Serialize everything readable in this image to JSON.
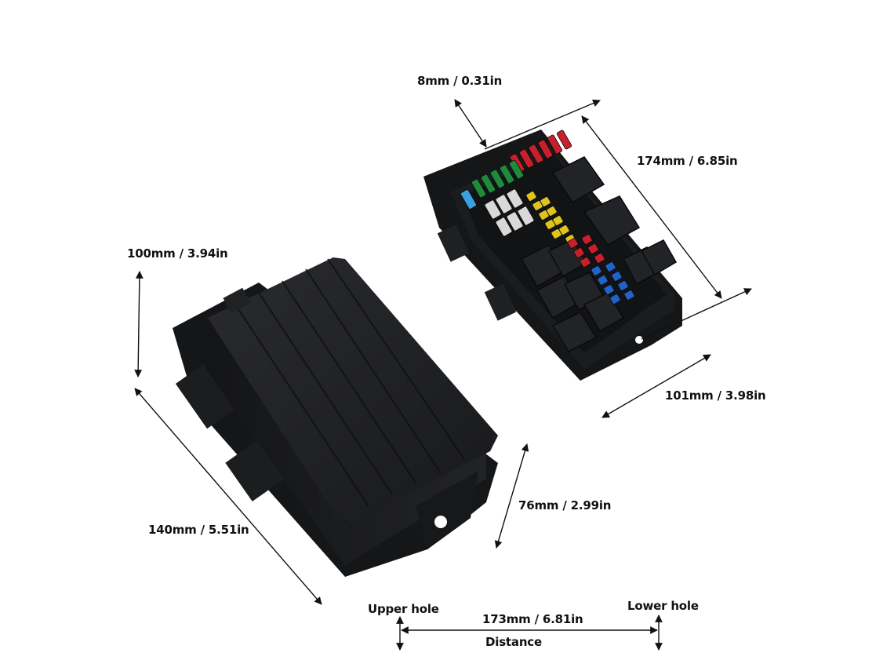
{
  "labels": {
    "screw_hole": "8mm / 0.31in",
    "box_length": "174mm / 6.85in",
    "box_width": "101mm / 3.98in",
    "box_height": "76mm / 2.99in",
    "cover_height": "100mm / 3.94in",
    "cover_length": "140mm / 5.51in",
    "upper_hole": "Upper hole",
    "lower_hole": "Lower hole",
    "hole_distance": "173mm / 6.81in",
    "distance": "Distance"
  },
  "colors": {
    "housing": "#1f2022",
    "housing_edge": "#0b0b0c",
    "fuse_red": "#c8202a",
    "fuse_green": "#1f8a3c",
    "fuse_yellow": "#e0c31c",
    "fuse_blue": "#1f63c8",
    "fuse_light_blue": "#3aa0e0",
    "fuse_clear": "#d9d9d9"
  }
}
